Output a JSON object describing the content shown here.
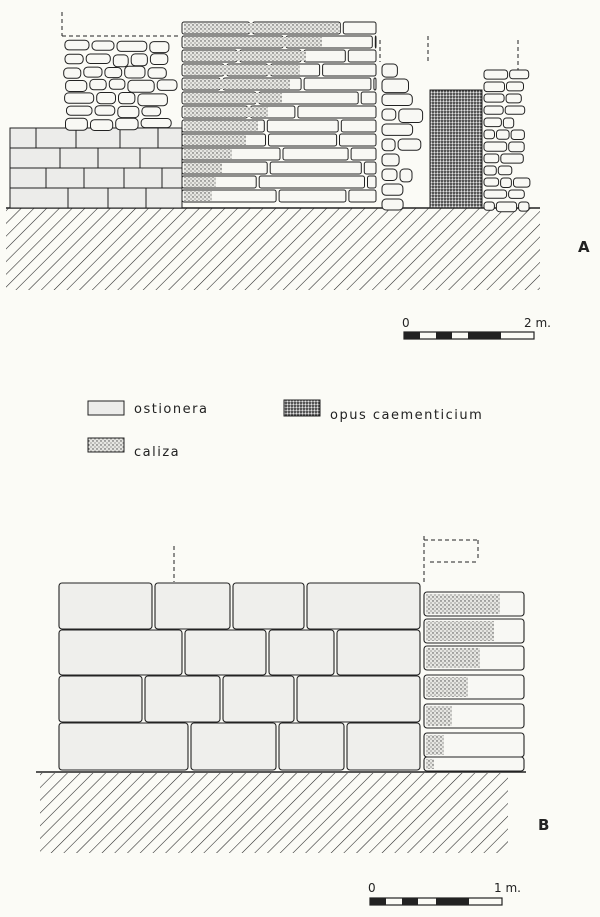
{
  "figure_a": {
    "label": "A",
    "scale": {
      "start_label": "0",
      "end_label": "2 m."
    }
  },
  "legend": {
    "items": [
      {
        "key": "ostionera",
        "label": "ostionera"
      },
      {
        "key": "opus",
        "label": "opus caementicium"
      },
      {
        "key": "caliza",
        "label": "caliza"
      }
    ]
  },
  "figure_b": {
    "label": "B",
    "scale": {
      "start_label": "0",
      "end_label": "1 m."
    }
  },
  "colors": {
    "ink": "#222222",
    "paper": "#fbfbf6",
    "ostionera_fill": "#ececea",
    "stone_fill": "#f8f8f4"
  }
}
